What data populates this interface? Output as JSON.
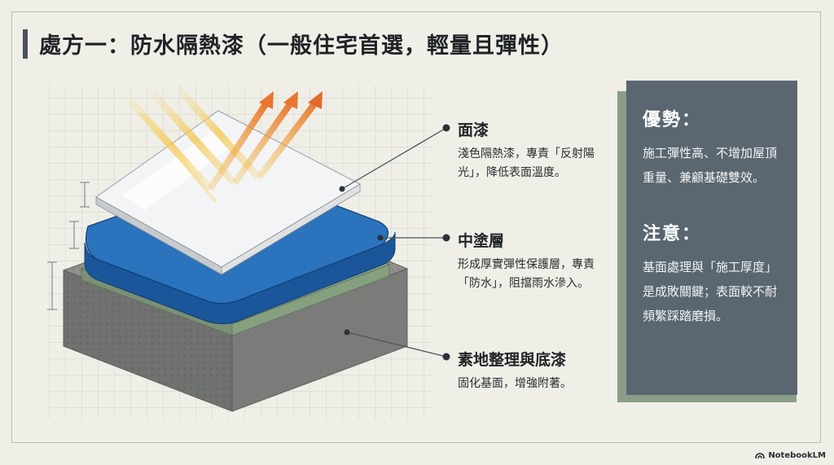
{
  "title": "處方一：防水隔熱漆（一般住宅首選，輕量且彈性）",
  "layers": [
    {
      "name": "面漆",
      "desc": "淺色隔熱漆，專責「反射陽光」，降低表面溫度。",
      "color": "#f3f4f6"
    },
    {
      "name": "中塗層",
      "desc": "形成厚實彈性保護層，專責「防水」，阻擋雨水滲入。",
      "color": "#1f63ad"
    },
    {
      "name": "素地整理與底漆",
      "desc": "固化基面，增強附著。",
      "color": "#93a98c"
    }
  ],
  "panel": {
    "advantage_title": "優勢：",
    "advantage_text": "施工彈性高、不增加屋頂重量、兼顧基礎雙效。",
    "caution_title": "注意：",
    "caution_text": "基面處理與「施工厚度」是成敗關鍵；表面較不耐頻繁踩踏磨損。"
  },
  "brand": "NotebookLM",
  "colors": {
    "sun_ray": "#f2c54a",
    "reflected_ray": "#e8742f",
    "concrete": "#8f908d",
    "panel": "#5a6670",
    "panel_shadow": "#8a9e88"
  }
}
